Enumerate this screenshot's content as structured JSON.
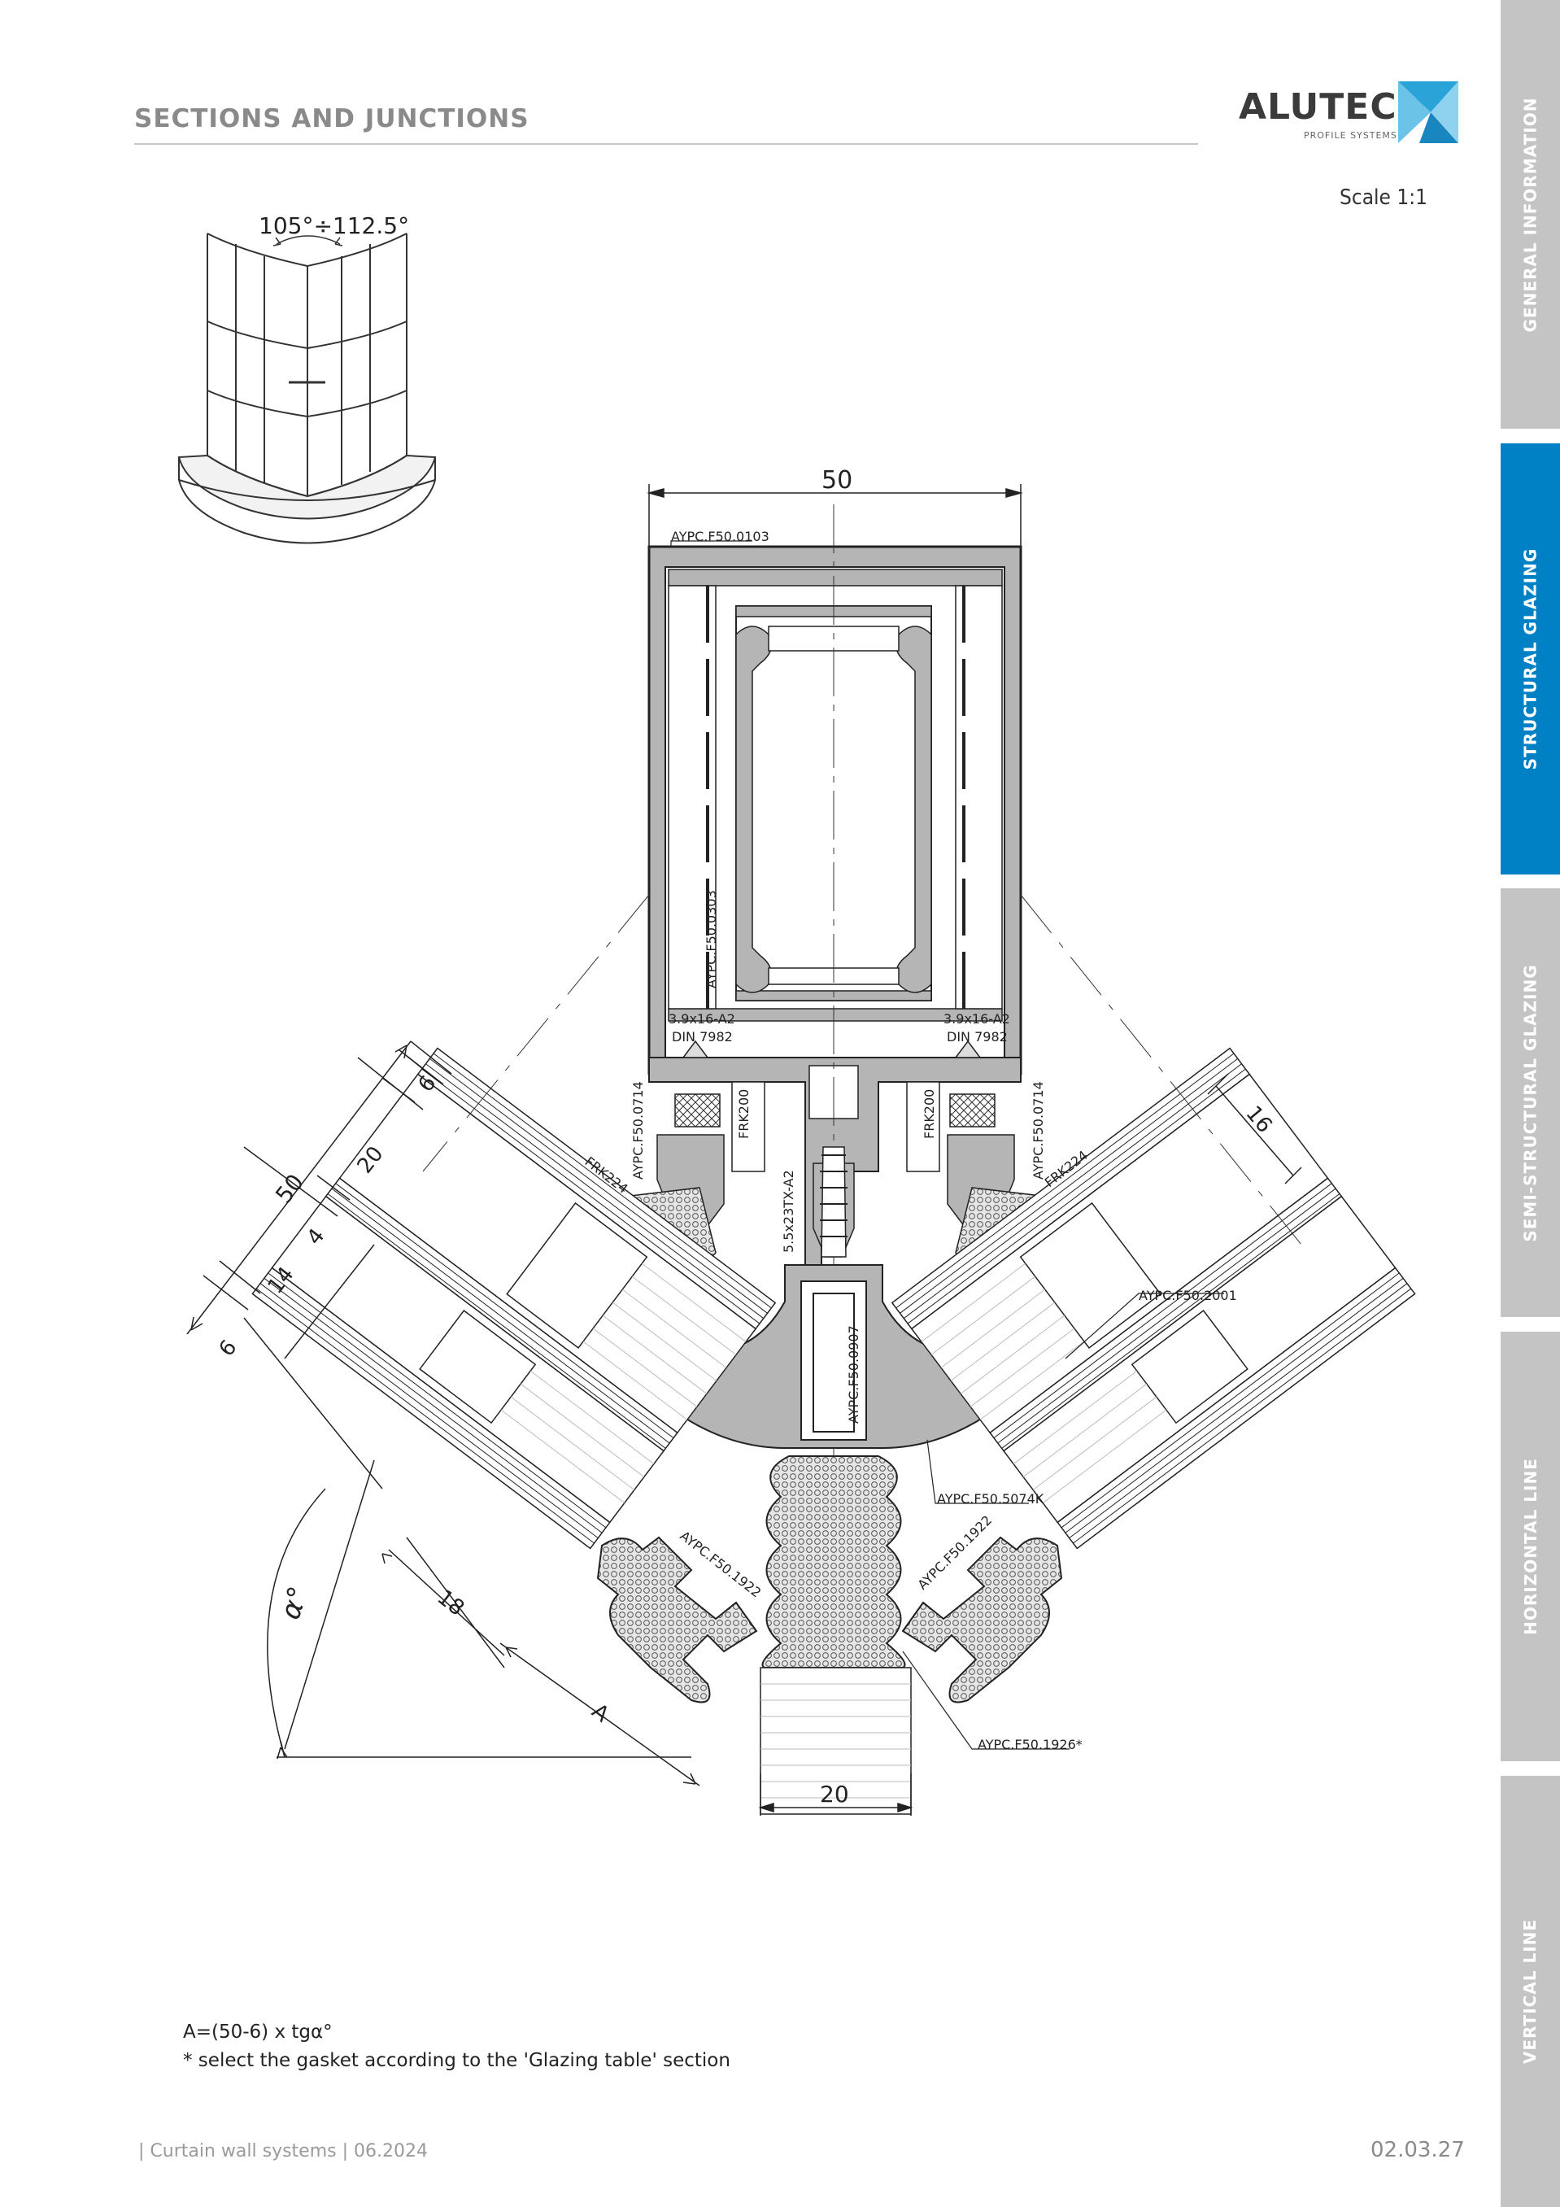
{
  "header": {
    "title": "SECTIONS AND JUNCTIONS"
  },
  "logo": {
    "name": "ALUTECH",
    "subtitle": "PROFILE SYSTEMS"
  },
  "scale": "Scale 1:1",
  "sidebar": {
    "tabs": [
      {
        "label": "GENERAL INFORMATION",
        "active": false
      },
      {
        "label": "STRUCTURAL GLAZING",
        "active": true
      },
      {
        "label": "SEMI-STRUCTURAL GLAZING",
        "active": false
      },
      {
        "label": "HORIZONTAL LINE",
        "active": false
      },
      {
        "label": "VERTICAL LINE",
        "active": false
      }
    ]
  },
  "drawing": {
    "angle_range": "105°÷112.5°",
    "dims": {
      "top_width": "50",
      "bottom_width": "20",
      "glass_total": "50",
      "layer_6a": "6",
      "layer_20": "20",
      "layer_4": "4",
      "layer_14": "14",
      "layer_6b": "6",
      "inset_18": "18",
      "dim_a": "A",
      "dim_16": "16",
      "angle": "α°"
    },
    "labels": {
      "mullion": "AYPC.F50.0103",
      "insert": "AYPC.F50.0303",
      "screw_left": "3.9x16-A2",
      "din_left": "DIN 7982",
      "screw_right": "3.9x16-A2",
      "din_right": "DIN 7982",
      "frk200_left": "FRK200",
      "frk200_right": "FRK200",
      "profile_0714_left": "AYPC.F50.0714",
      "profile_0714_right": "AYPC.F50.0714",
      "frk224_left": "FRK224",
      "frk224_right": "FRK224",
      "screw_center": "5.5x23TX-A2",
      "profile_0907": "AYPC.F50.0907",
      "profile_2001": "AYPC.F50.2001",
      "profile_5074k": "AYPC.F50.5074K",
      "gasket_1922_left": "AYPC.F50.1922",
      "gasket_1922_right": "AYPC.F50.1922",
      "gasket_1926": "AYPC.F50.1926*"
    }
  },
  "notes": {
    "formula": "A=(50-6) x tgα°",
    "gasket": "* select the gasket according to the 'Glazing table' section"
  },
  "footer": {
    "left": "| Curtain wall systems | 06.2024",
    "page": "02.03.27"
  },
  "colors": {
    "accent": "#0080c5",
    "tab_inactive": "#c4c4c4",
    "logo_blue": "#2aa3d9"
  }
}
